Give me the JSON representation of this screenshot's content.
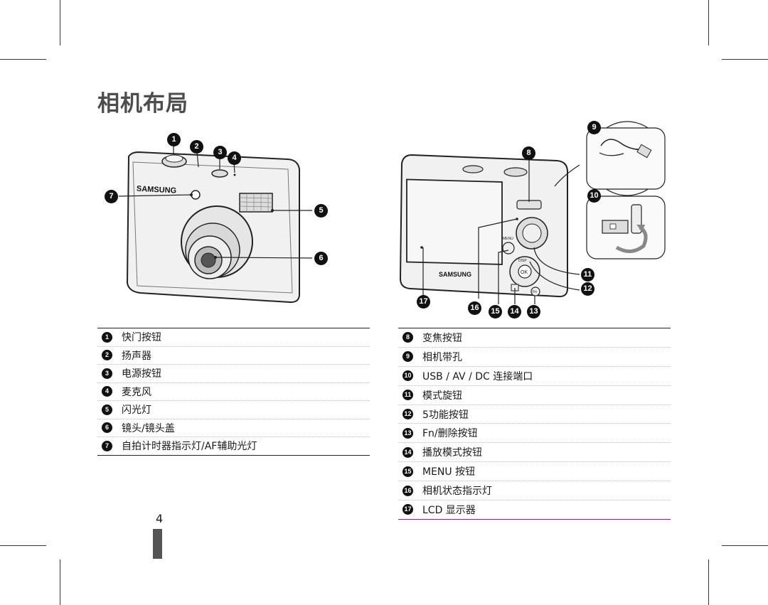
{
  "page": {
    "title": "相机布局",
    "page_number": "4"
  },
  "front_callouts": [
    "1",
    "2",
    "3",
    "4",
    "5",
    "6",
    "7"
  ],
  "back_callouts": [
    "8",
    "9",
    "10",
    "11",
    "12",
    "13",
    "14",
    "15",
    "16",
    "17"
  ],
  "brand_front": "SAMSUNG",
  "brand_back": "SAMSUNG",
  "back_button_labels": {
    "menu": "MENU",
    "disp": "DISP",
    "ok": "OK",
    "fn": "Fn"
  },
  "legend_left": [
    {
      "num": "1",
      "label": "快门按钮"
    },
    {
      "num": "2",
      "label": "扬声器"
    },
    {
      "num": "3",
      "label": "电源按钮"
    },
    {
      "num": "4",
      "label": "麦克风"
    },
    {
      "num": "5",
      "label": "闪光灯"
    },
    {
      "num": "6",
      "label": "镜头/镜头盖"
    },
    {
      "num": "7",
      "label": "自拍计时器指示灯/AF辅助光灯"
    }
  ],
  "legend_right": [
    {
      "num": "8",
      "label": "变焦按钮"
    },
    {
      "num": "9",
      "label": "相机带孔"
    },
    {
      "num": "10",
      "label": "USB / AV / DC 连接端口"
    },
    {
      "num": "11",
      "label": "模式旋钮"
    },
    {
      "num": "12",
      "label": "5功能按钮"
    },
    {
      "num": "13",
      "label": "Fn/删除按钮"
    },
    {
      "num": "14",
      "label": "播放模式按钮"
    },
    {
      "num": "15",
      "label": "MENU 按钮"
    },
    {
      "num": "16",
      "label": "相机状态指示灯"
    },
    {
      "num": "17",
      "label": "LCD 显示器"
    }
  ]
}
